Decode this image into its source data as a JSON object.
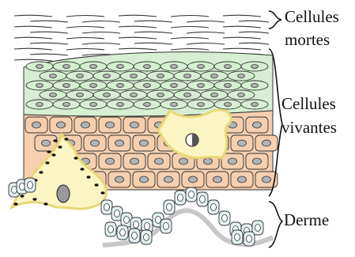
{
  "labels": {
    "dead_cells_line1": "Cellules",
    "dead_cells_line2": "mortes",
    "living_cells_line1": "Cellules",
    "living_cells_line2": "vivantes",
    "dermis": "Derme"
  },
  "colors": {
    "corneum_bg": "#ffffff",
    "spinosum_fill": "#d6efd2",
    "basal_fill": "#f6cfae",
    "dermis_cell_fill": "#e4f2f5",
    "melanocyte_fill": "#fbf5c4",
    "melanocyte_outline": "#e8d777",
    "nucleus_fill": "#b3b3b3",
    "outline": "#333333",
    "dermis_shadow": "#c8c8c8"
  }
}
